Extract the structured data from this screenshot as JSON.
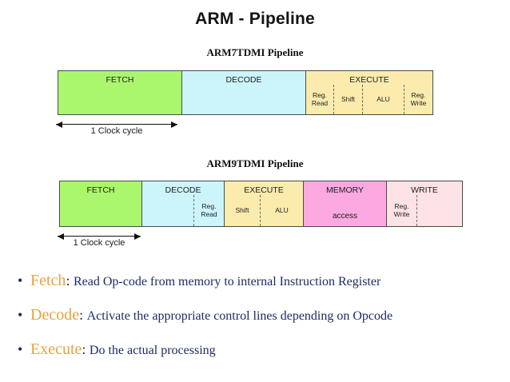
{
  "slide": {
    "title": "ARM - Pipeline",
    "accent_orange": "#e8a33d",
    "body_navy": "#1f2a63"
  },
  "diagrams": [
    {
      "title": "ARM7TDMI Pipeline",
      "clock_label": "1 Clock cycle",
      "stages": [
        {
          "label": "FETCH",
          "color": "#aaf76e",
          "subs": []
        },
        {
          "label": "DECODE",
          "color": "#ccf5fb",
          "subs": []
        },
        {
          "label": "EXECUTE",
          "color": "#fbecad",
          "subs": [
            {
              "label": "Reg.\nRead"
            },
            {
              "label": "Shift"
            },
            {
              "label": "ALU"
            },
            {
              "label": "Reg.\nWrite"
            }
          ]
        }
      ]
    },
    {
      "title": "ARM9TDMI Pipeline",
      "clock_label": "1 Clock cycle",
      "stages": [
        {
          "label": "FETCH",
          "color": "#aaf76e",
          "subs": []
        },
        {
          "label": "DECODE",
          "color": "#ccf5fb",
          "subs": [
            {
              "label": "Reg.\nRead"
            }
          ]
        },
        {
          "label": "EXECUTE",
          "color": "#fbecad",
          "subs": [
            {
              "label": "Shift"
            },
            {
              "label": "ALU"
            }
          ]
        },
        {
          "label": "MEMORY",
          "color": "#fba9e0",
          "sublabel": "access",
          "subs": []
        },
        {
          "label": "WRITE",
          "color": "#fde3e6",
          "subs": [
            {
              "label": "Reg.\nWrite"
            }
          ]
        }
      ]
    }
  ],
  "bullets": [
    {
      "marker": "•",
      "keyword": "Fetch",
      "separator": ": ",
      "text": "Read Op-code from memory to internal Instruction Register"
    },
    {
      "marker": "•",
      "keyword": "Decode",
      "separator": ": ",
      "text": "Activate the appropriate control lines depending on Opcode"
    },
    {
      "marker": "•",
      "keyword": "Execute",
      "separator": ": ",
      "text": "Do the actual processing"
    }
  ]
}
